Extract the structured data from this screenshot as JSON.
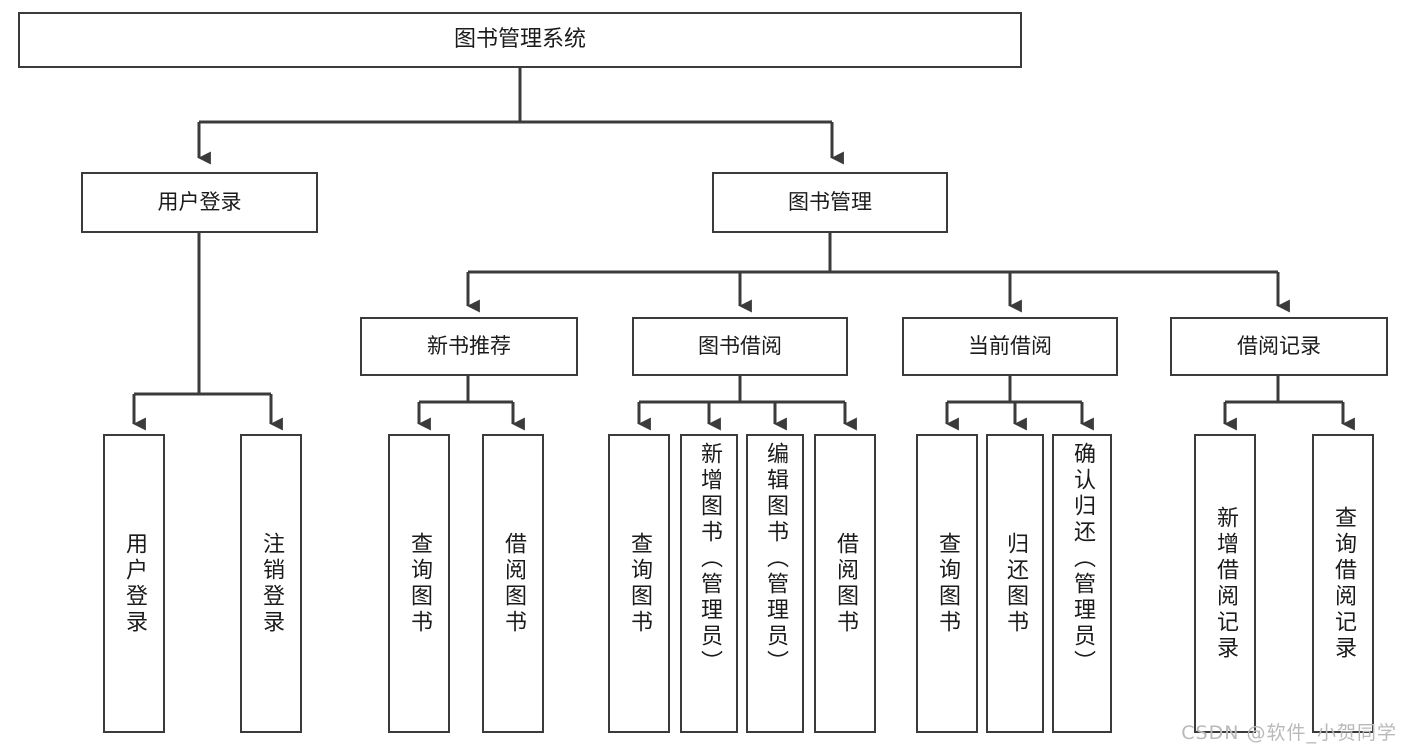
{
  "diagram": {
    "title": "图书管理系统",
    "type": "tree",
    "watermark": "CSDN @软件_小贺同学",
    "colors": {
      "box_border": "#3b3b3b",
      "box_fill": "#ffffff",
      "connector": "#3b3b3b",
      "text": "#1b1b1b",
      "watermark": "#b9b9b9",
      "background": "#ffffff"
    },
    "levels": {
      "root": [
        "图书管理系统"
      ],
      "level1": [
        "用户登录",
        "图书管理"
      ],
      "level2": [
        "新书推荐",
        "图书借阅",
        "当前借阅",
        "借阅记录"
      ],
      "leaves": [
        "用户登录",
        "注销登录",
        "查询图书",
        "借阅图书",
        "查询图书",
        "新增图书（管理员）",
        "编辑图书（管理员）",
        "借阅图书",
        "查询图书",
        "归还图书",
        "确认归还（管理员）",
        "新增借阅记录",
        "查询借阅记录"
      ]
    },
    "nodes": {
      "root": {
        "label": "图书管理系统"
      },
      "user_login": {
        "label": "用户登录"
      },
      "book_mgmt": {
        "label": "图书管理"
      },
      "new_rec": {
        "label": "新书推荐"
      },
      "book_borrow": {
        "label": "图书借阅"
      },
      "cur_borrow": {
        "label": "当前借阅"
      },
      "borrow_log": {
        "label": "借阅记录"
      },
      "leaf_1": {
        "label": "用户登录"
      },
      "leaf_2": {
        "label": "注销登录"
      },
      "leaf_3": {
        "label": "查询图书"
      },
      "leaf_4": {
        "label": "借阅图书"
      },
      "leaf_5": {
        "label": "查询图书"
      },
      "leaf_6": {
        "label": "新增图书（管理员）"
      },
      "leaf_7": {
        "label": "编辑图书（管理员）"
      },
      "leaf_8": {
        "label": "借阅图书"
      },
      "leaf_9": {
        "label": "查询图书"
      },
      "leaf_10": {
        "label": "归还图书"
      },
      "leaf_11": {
        "label": "确认归还（管理员）"
      },
      "leaf_12": {
        "label": "新增借阅记录"
      },
      "leaf_13": {
        "label": "查询借阅记录"
      }
    },
    "edges": [
      {
        "from": "root",
        "to": "user_login"
      },
      {
        "from": "root",
        "to": "book_mgmt"
      },
      {
        "from": "user_login",
        "to": "leaf_1"
      },
      {
        "from": "user_login",
        "to": "leaf_2"
      },
      {
        "from": "book_mgmt",
        "to": "new_rec"
      },
      {
        "from": "book_mgmt",
        "to": "book_borrow"
      },
      {
        "from": "book_mgmt",
        "to": "cur_borrow"
      },
      {
        "from": "book_mgmt",
        "to": "borrow_log"
      },
      {
        "from": "new_rec",
        "to": "leaf_3"
      },
      {
        "from": "new_rec",
        "to": "leaf_4"
      },
      {
        "from": "book_borrow",
        "to": "leaf_5"
      },
      {
        "from": "book_borrow",
        "to": "leaf_6"
      },
      {
        "from": "book_borrow",
        "to": "leaf_7"
      },
      {
        "from": "book_borrow",
        "to": "leaf_8"
      },
      {
        "from": "cur_borrow",
        "to": "leaf_9"
      },
      {
        "from": "cur_borrow",
        "to": "leaf_10"
      },
      {
        "from": "cur_borrow",
        "to": "leaf_11"
      },
      {
        "from": "borrow_log",
        "to": "leaf_12"
      },
      {
        "from": "borrow_log",
        "to": "leaf_13"
      }
    ]
  }
}
